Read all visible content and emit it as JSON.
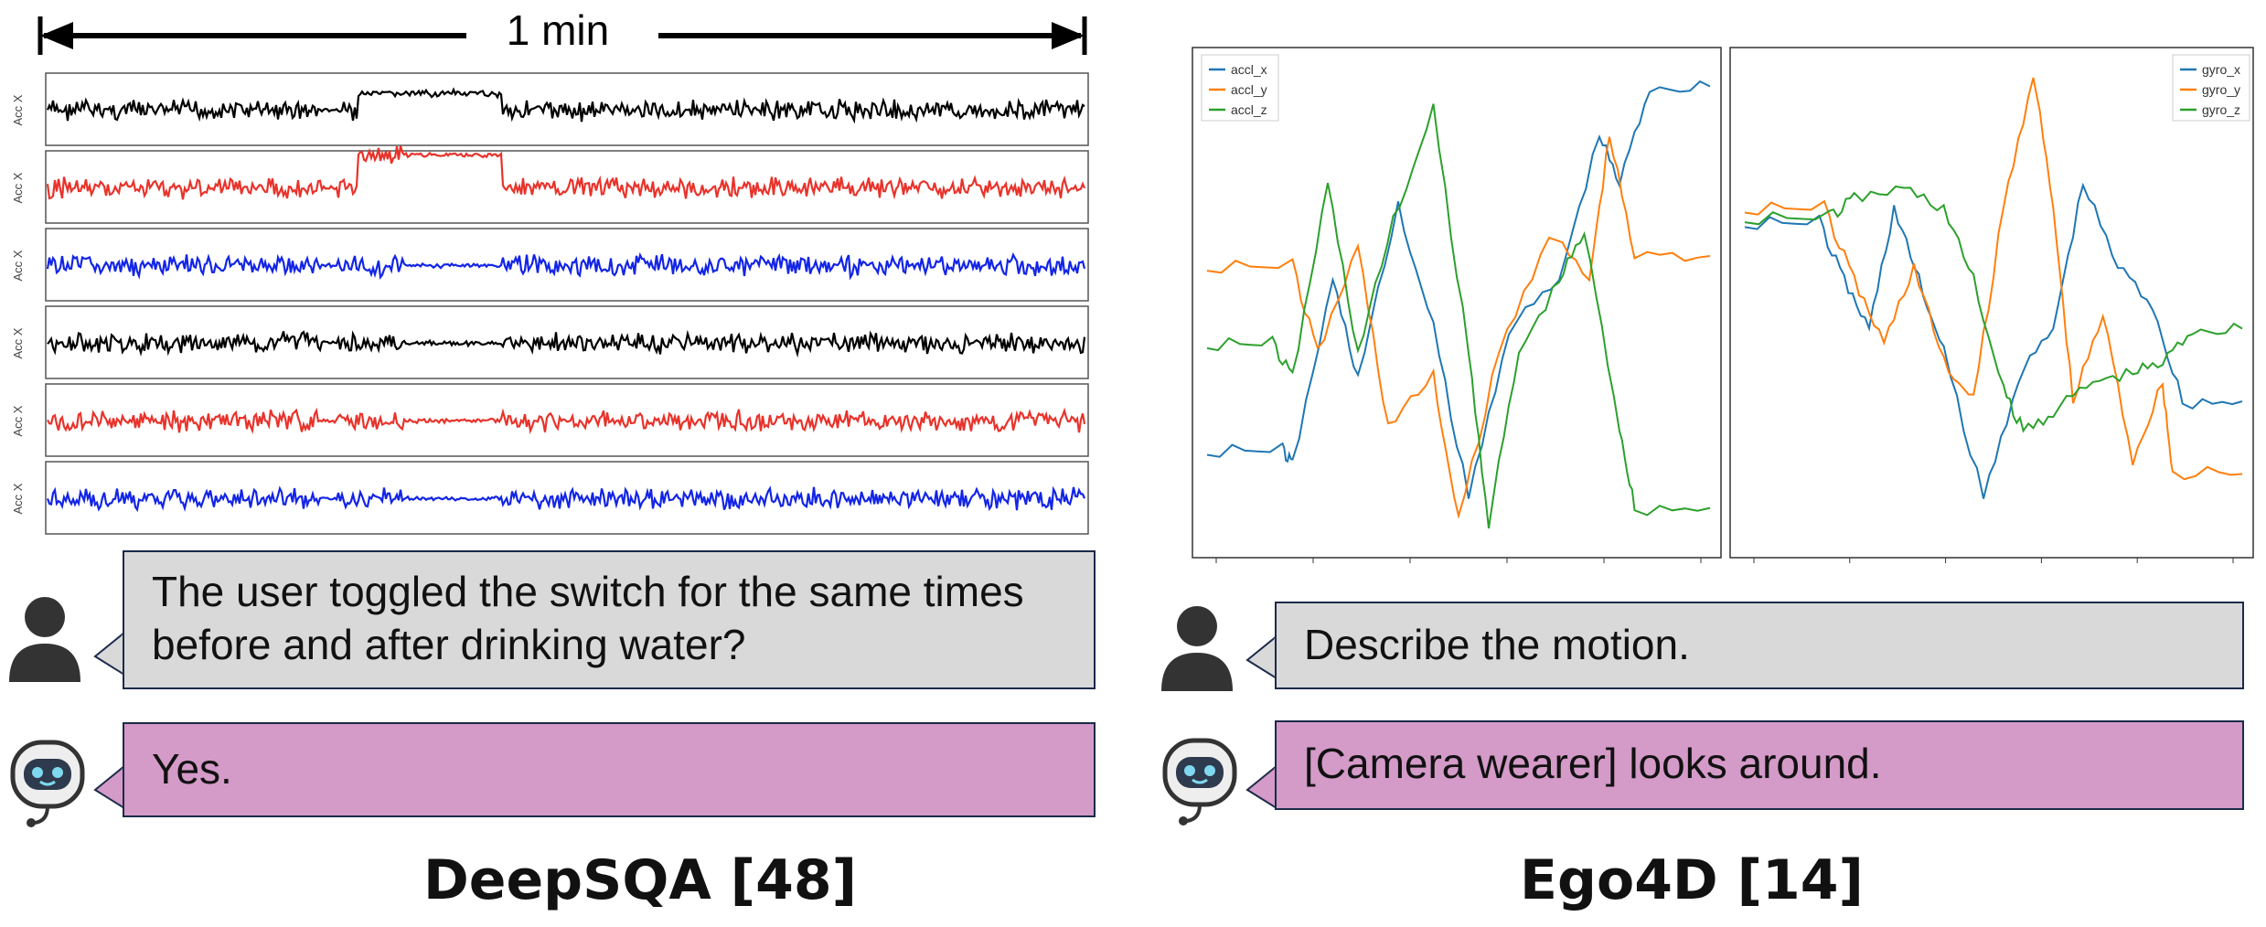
{
  "left": {
    "duration_label": "1 min",
    "axis_label": "Acc X",
    "track_colors": [
      "#000000",
      "#e8332b",
      "#1325e6",
      "#000000",
      "#e8332b",
      "#1325e6"
    ],
    "user_question": "The user toggled the switch for the same times before and after drinking water?",
    "bot_answer": "Yes.",
    "caption": "DeepSQA [48]"
  },
  "right": {
    "accel_legend": [
      "accl_x",
      "accl_y",
      "accl_z"
    ],
    "gyro_legend": [
      "gyro_x",
      "gyro_y",
      "gyro_z"
    ],
    "series_colors": [
      "#1f77b4",
      "#ff7f0e",
      "#2ca02c"
    ],
    "user_question": "Describe the motion.",
    "bot_answer": "[Camera wearer] looks around.",
    "caption": "Ego4D [14]"
  },
  "icons": {
    "user": "person-icon",
    "bot": "robot-icon"
  }
}
